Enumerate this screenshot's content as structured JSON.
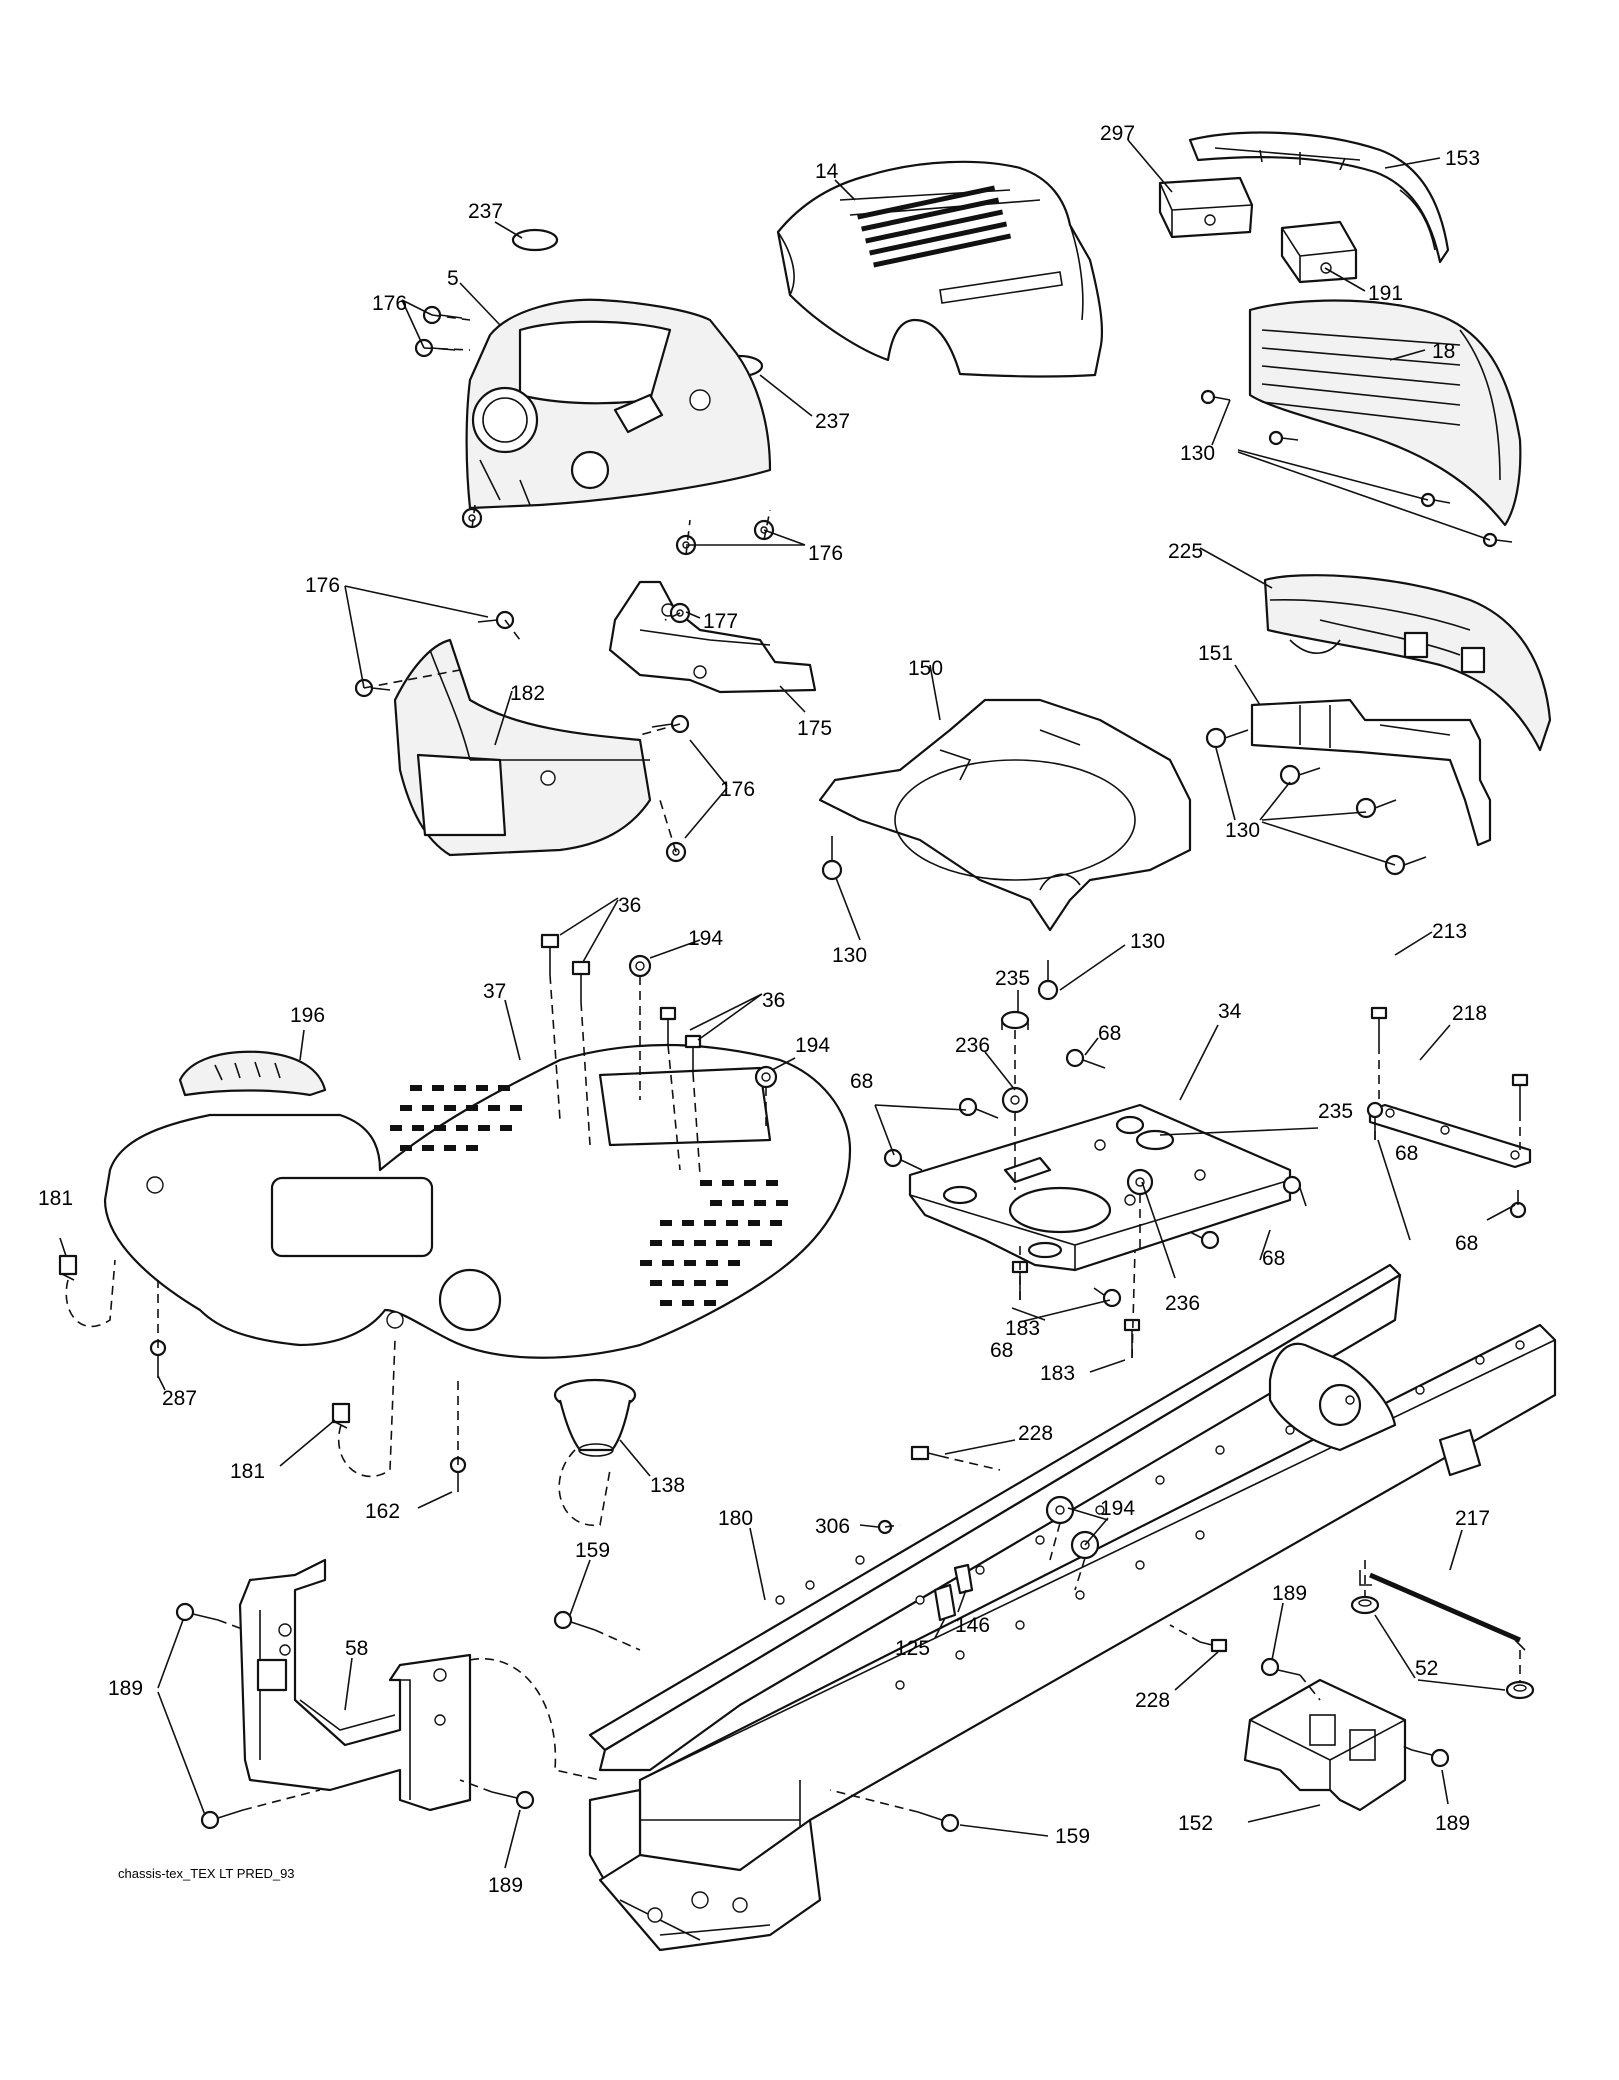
{
  "caption": "chassis-tex_TEX LT PRED_93",
  "callouts": {
    "c297": "297",
    "c153": "153",
    "c14": "14",
    "c237a": "237",
    "c191": "191",
    "c18": "18",
    "c5": "5",
    "c176a": "176",
    "c237b": "237",
    "c130a": "130",
    "c176b": "176",
    "c225": "225",
    "c176c": "176",
    "c177": "177",
    "c182": "182",
    "c151": "151",
    "c150": "150",
    "c175": "175",
    "c176d": "176",
    "c130b": "130",
    "c130c": "130",
    "c130d": "130",
    "c36a": "36",
    "c194a": "194",
    "c235a": "235",
    "c213": "213",
    "c37": "37",
    "c36b": "36",
    "c68a": "68",
    "c34": "34",
    "c196": "196",
    "c194b": "194",
    "c236a": "236",
    "c218": "218",
    "c68b": "68",
    "c235b": "235",
    "c68c": "68",
    "c181a": "181",
    "c68d": "68",
    "c236b": "236",
    "c68e": "68",
    "c183a": "183",
    "c68f": "68",
    "c183b": "183",
    "c287": "287",
    "c228a": "228",
    "c181b": "181",
    "c138": "138",
    "c162": "162",
    "c180": "180",
    "c194c": "194",
    "c306": "306",
    "c159a": "159",
    "c217": "217",
    "c189a": "189",
    "c146": "146",
    "c125": "125",
    "c58": "58",
    "c52": "52",
    "c189b": "189",
    "c228b": "228",
    "c152": "152",
    "c159b": "159",
    "c189c": "189",
    "c189d": "189"
  }
}
